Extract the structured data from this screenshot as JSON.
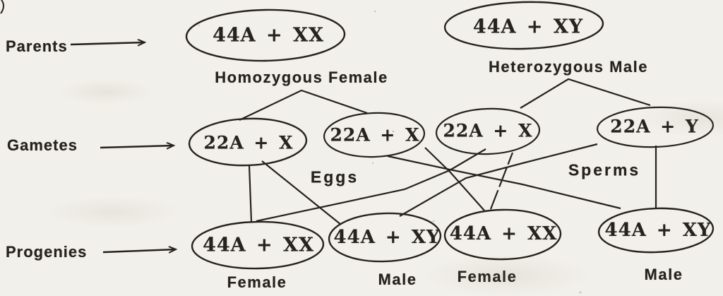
{
  "colors": {
    "ink": "#26221e",
    "paper": "#f2f0ea"
  },
  "rows": [
    {
      "label": "Parents"
    },
    {
      "label": "Gametes"
    },
    {
      "label": "Progenies"
    }
  ],
  "parents": [
    {
      "genotype": "44A + XX",
      "label": "Homozygous Female"
    },
    {
      "genotype": "44A + XY",
      "label": "Heterozygous Male"
    }
  ],
  "gametes": [
    {
      "genotype": "22A + X"
    },
    {
      "genotype": "22A + X"
    },
    {
      "genotype": "22A + X"
    },
    {
      "genotype": "22A + Y"
    }
  ],
  "gamete_groups": [
    {
      "label": "Eggs"
    },
    {
      "label": "Sperms"
    }
  ],
  "progenies": [
    {
      "genotype": "44A + XX",
      "sex": "Female"
    },
    {
      "genotype": "44A + XY",
      "sex": "Male"
    },
    {
      "genotype": "44A + XX",
      "sex": "Female"
    },
    {
      "genotype": "44A + XY",
      "sex": "Male"
    }
  ]
}
